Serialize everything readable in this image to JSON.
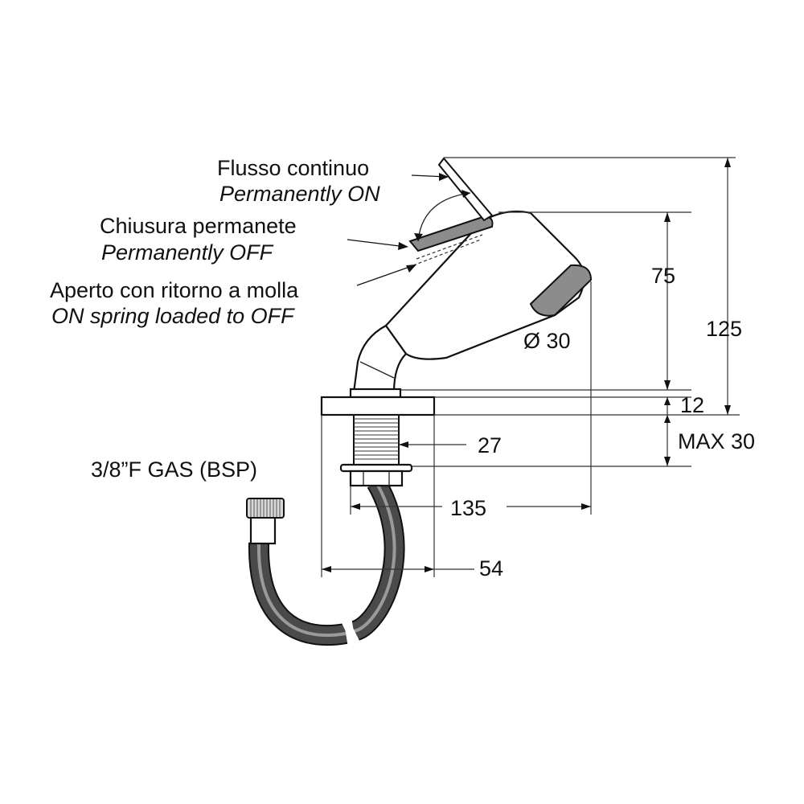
{
  "labels": {
    "continuous_it": "Flusso continuo",
    "continuous_en": "Permanently ON",
    "closed_it": "Chiusura permanete",
    "closed_en": "Permanently OFF",
    "spring_it": "Aperto con ritorno a molla",
    "spring_en": "ON spring loaded to OFF",
    "thread": "3/8”F GAS (BSP)"
  },
  "dimensions": {
    "height_total": "125",
    "height_head": "75",
    "flange": "12",
    "deck": "MAX 30",
    "thread_dia": "27",
    "reach": "135",
    "flange_width": "54",
    "nozzle_dia": "Ø 30"
  },
  "colors": {
    "line": "#111111",
    "hose_dark": "#4a4a4a",
    "hose_light": "#9a9a9a",
    "nozzle_ring": "#8c8c8c"
  }
}
